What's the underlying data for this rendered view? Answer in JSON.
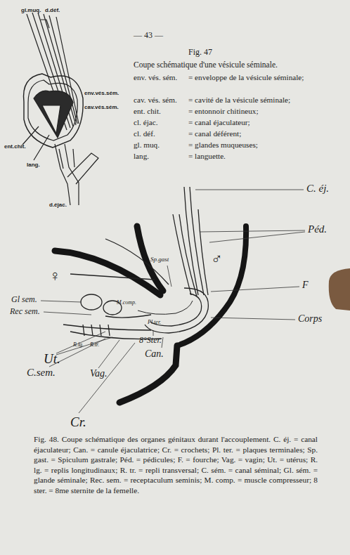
{
  "diagram": {
    "caption": "Fig. 48. Coupe schématique des organes génitaux durant l'accouplement. C. éj. = canal éjaculateur; Can. = canule éjaculatrice; Cr. = crochets; Pl. ter. = plaques terminales; Sp. gast. = Spiculum gastrale; Péd. = pédicules; F. = fourche; Vag. = vagin; Ut. = utérus; R. lg. = replis longitudinaux; R. tr. = repli transversal; C. sém. = canal séminal; Gl. sém. = glande séminale; Rec. sem. = receptaculum seminis; M. comp. = muscle compresseur; 8 ster. = 8me sternite de la femelle.",
    "labels": [
      "— 43 —",
      "gl.muq.",
      "d.déf.",
      "env.vés.sém.",
      "cav.vés.sém.",
      "ent.chit.",
      "lang.",
      "d.éjac.",
      "Fig. 47",
      "Coupe schématique d'une vésicule séminale.",
      "env. vés. sém.",
      "= enveloppe de la vésicule séminale;",
      "cav. vés. sém.",
      "= cavité de la vésicule séminale;",
      "ent. chit.",
      "= entonnoir chitineux;",
      "cl. éjac.",
      "= canal éjaculateur;",
      "cl. déf.",
      "= canal déférent;",
      "gl. muq.",
      "= glandes muqueuses;",
      "lang.",
      "= languette.",
      "C. éj.",
      "Péd.",
      "♂",
      "F",
      "Corps",
      "Sp.gast",
      "♀",
      "Gl sem.",
      "Rec sem.",
      "M.comp.",
      "Ut.",
      "R.lg.",
      "R.tr.",
      "Pl.ter.",
      "8°Ster.",
      "Can.",
      "C.sem.",
      "Vag.",
      "Cr."
    ]
  }
}
